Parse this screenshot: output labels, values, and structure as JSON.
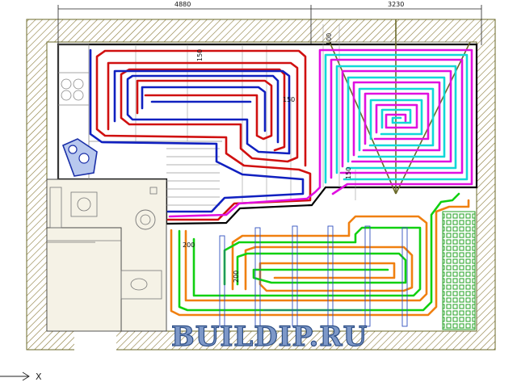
{
  "dimensions": {
    "top_left": "4880",
    "top_right": "3230",
    "pipe_step_a": "150",
    "pipe_step_b": "150",
    "pipe_step_c": "150",
    "pipe_step_d": "100",
    "pipe_step_e": "200",
    "pipe_step_f": "200"
  },
  "axis_label": "X",
  "watermark": "BUILDIP.RU",
  "colors": {
    "wall_hatch": "#8a7a3a",
    "outline": "#000000",
    "loop_kitchen_outer": "#d01010",
    "loop_kitchen_inner": "#1020c0",
    "loop_room_outer": "#e010e0",
    "loop_room_inner": "#10d8d8",
    "loop_hall_outer": "#f08010",
    "loop_hall_inner": "#10d010",
    "joist": "#3050c0",
    "tile": "#20a020",
    "ceiling_lines": "#6b6a2a"
  }
}
